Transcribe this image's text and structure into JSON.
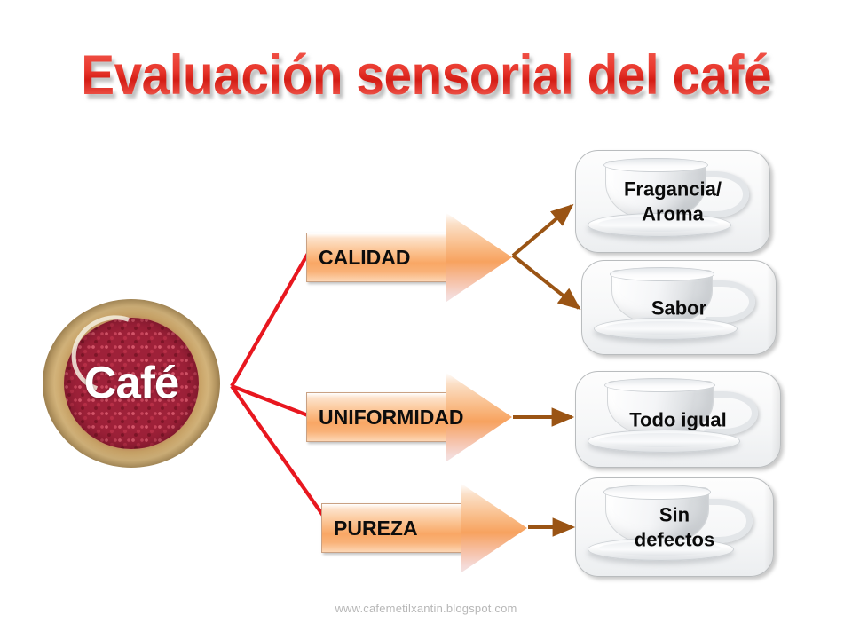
{
  "slide": {
    "title": "Evaluación sensorial del café",
    "background_color": "#ffffff",
    "footer": "www.cafemetilxantin.blogspot.com"
  },
  "source_node": {
    "label": "Café",
    "image_description": "coffee-cherries-basket-photo"
  },
  "attributes": [
    {
      "label": "CALIDAD"
    },
    {
      "label": "UNIFORMIDAD"
    },
    {
      "label": "PUREZA"
    }
  ],
  "outcomes": [
    {
      "label": "Fragancia/\nAroma",
      "line1": "Fragancia/",
      "line2": "Aroma"
    },
    {
      "label": "Sabor",
      "line1": "Sabor",
      "line2": ""
    },
    {
      "label": "Todo igual",
      "line1": "Todo igual",
      "line2": ""
    },
    {
      "label": "Sin defectos",
      "line1": "Sin",
      "line2": "defectos"
    }
  ],
  "colors": {
    "title_red_light": "#f07a72",
    "title_red_dark": "#d41d15",
    "red_connector": "#e8171f",
    "brown_connector": "#9a5414",
    "arrow_orange": "#f9a765",
    "arrow_peach": "#fde2cb",
    "footer_gray": "#b7b7b7"
  },
  "icons": {
    "cup": "coffee-cup-icon",
    "basket": "coffee-basket-icon"
  }
}
